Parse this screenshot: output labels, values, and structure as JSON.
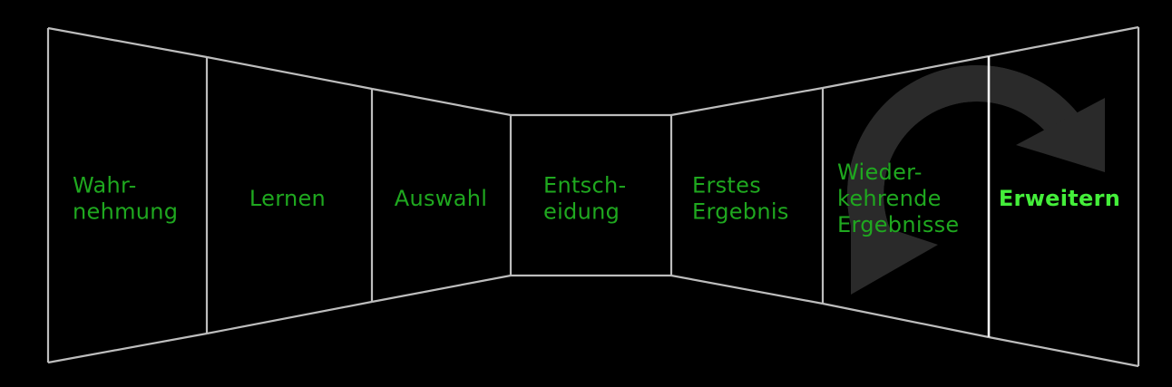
{
  "colors": {
    "background": "#000000",
    "line": "#bdbdbd",
    "line_highlight": "#f2f2f2",
    "label": "#1fa81f",
    "label_highlight": "#44ee3a",
    "cycle_arrow": "#2a2a2a"
  },
  "stages": [
    {
      "id": "wahrnehmung",
      "lines": [
        "Wahr-",
        "nehmung"
      ],
      "highlight": false
    },
    {
      "id": "lernen",
      "lines": [
        "Lernen"
      ],
      "highlight": false
    },
    {
      "id": "auswahl",
      "lines": [
        "Auswahl"
      ],
      "highlight": false
    },
    {
      "id": "entscheidung",
      "lines": [
        "Entsch-",
        "eidung"
      ],
      "highlight": false
    },
    {
      "id": "erstes-ergebnis",
      "lines": [
        "Erstes",
        "Ergebnis"
      ],
      "highlight": false
    },
    {
      "id": "wiederkehrende-ergebnisse",
      "lines": [
        "Wieder-",
        "kehrende",
        "Ergebnisse"
      ],
      "highlight": false
    },
    {
      "id": "erweitern",
      "lines": [
        "Erweitern"
      ],
      "highlight": true
    }
  ],
  "cycle_icon": "circular-arrows-icon"
}
